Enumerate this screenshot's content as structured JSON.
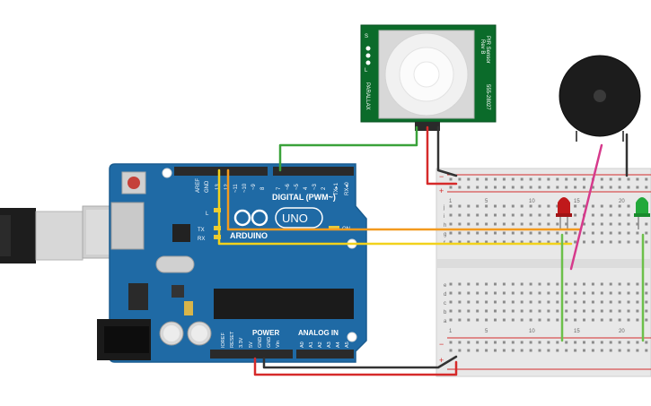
{
  "colors": {
    "background": "#ffffff",
    "arduino_board": "#1f6aa5",
    "arduino_dark": "#17578a",
    "pir_board": "#0b6b2a",
    "breadboard": "#e8e8e8",
    "rail_red": "#d52b2b",
    "wire_green": "#3aa23a",
    "wire_black": "#333333",
    "wire_red": "#d62a2a",
    "wire_orange": "#f39a1e",
    "wire_yellow": "#f2d21b",
    "wire_pink": "#d63a8c",
    "wire_green_led": "#6cc04a",
    "led_red": "#c0191b",
    "led_green": "#22a83a",
    "buzzer": "#1c1c1c"
  },
  "arduino": {
    "digital_label": "DIGITAL (PWM~)",
    "brand": "ARDUINO",
    "model": "UNO",
    "power_label": "POWER",
    "analog_label": "ANALOG IN",
    "aref": "AREF",
    "gnd": "GND",
    "pin_13": "13",
    "pin_12": "12",
    "pin_11": "~11",
    "pin_10": "~10",
    "pin_9": "~9",
    "pin_8": "8",
    "pin_7": "7",
    "pin_6": "~6",
    "pin_5": "~5",
    "pin_4": "4",
    "pin_3": "~3",
    "pin_2": "2",
    "pin_tx1": "TX▸1",
    "pin_rx0": "RX◂0",
    "led_l": "L",
    "led_tx": "TX",
    "led_rx": "RX",
    "on_label": "ON",
    "power_pins": [
      "IOREF",
      "RESET",
      "3.3V",
      "5V",
      "GND",
      "GND",
      "Vin"
    ],
    "analog_pins": [
      "A0",
      "A1",
      "A2",
      "A3",
      "A4",
      "A5"
    ]
  },
  "pir": {
    "maker": "PARALLAX",
    "name": "PIR Sensor",
    "rev": "Rev B",
    "part": "555-28027",
    "pin_s": "S",
    "pin_l": "L"
  },
  "breadboard": {
    "rail_minus": "−",
    "rail_plus": "+",
    "rows_top": [
      "j",
      "i",
      "h",
      "g",
      "f"
    ],
    "rows_bottom": [
      "e",
      "d",
      "c",
      "b",
      "a"
    ],
    "col_numbers": [
      "1",
      "5",
      "10",
      "15",
      "20"
    ]
  }
}
